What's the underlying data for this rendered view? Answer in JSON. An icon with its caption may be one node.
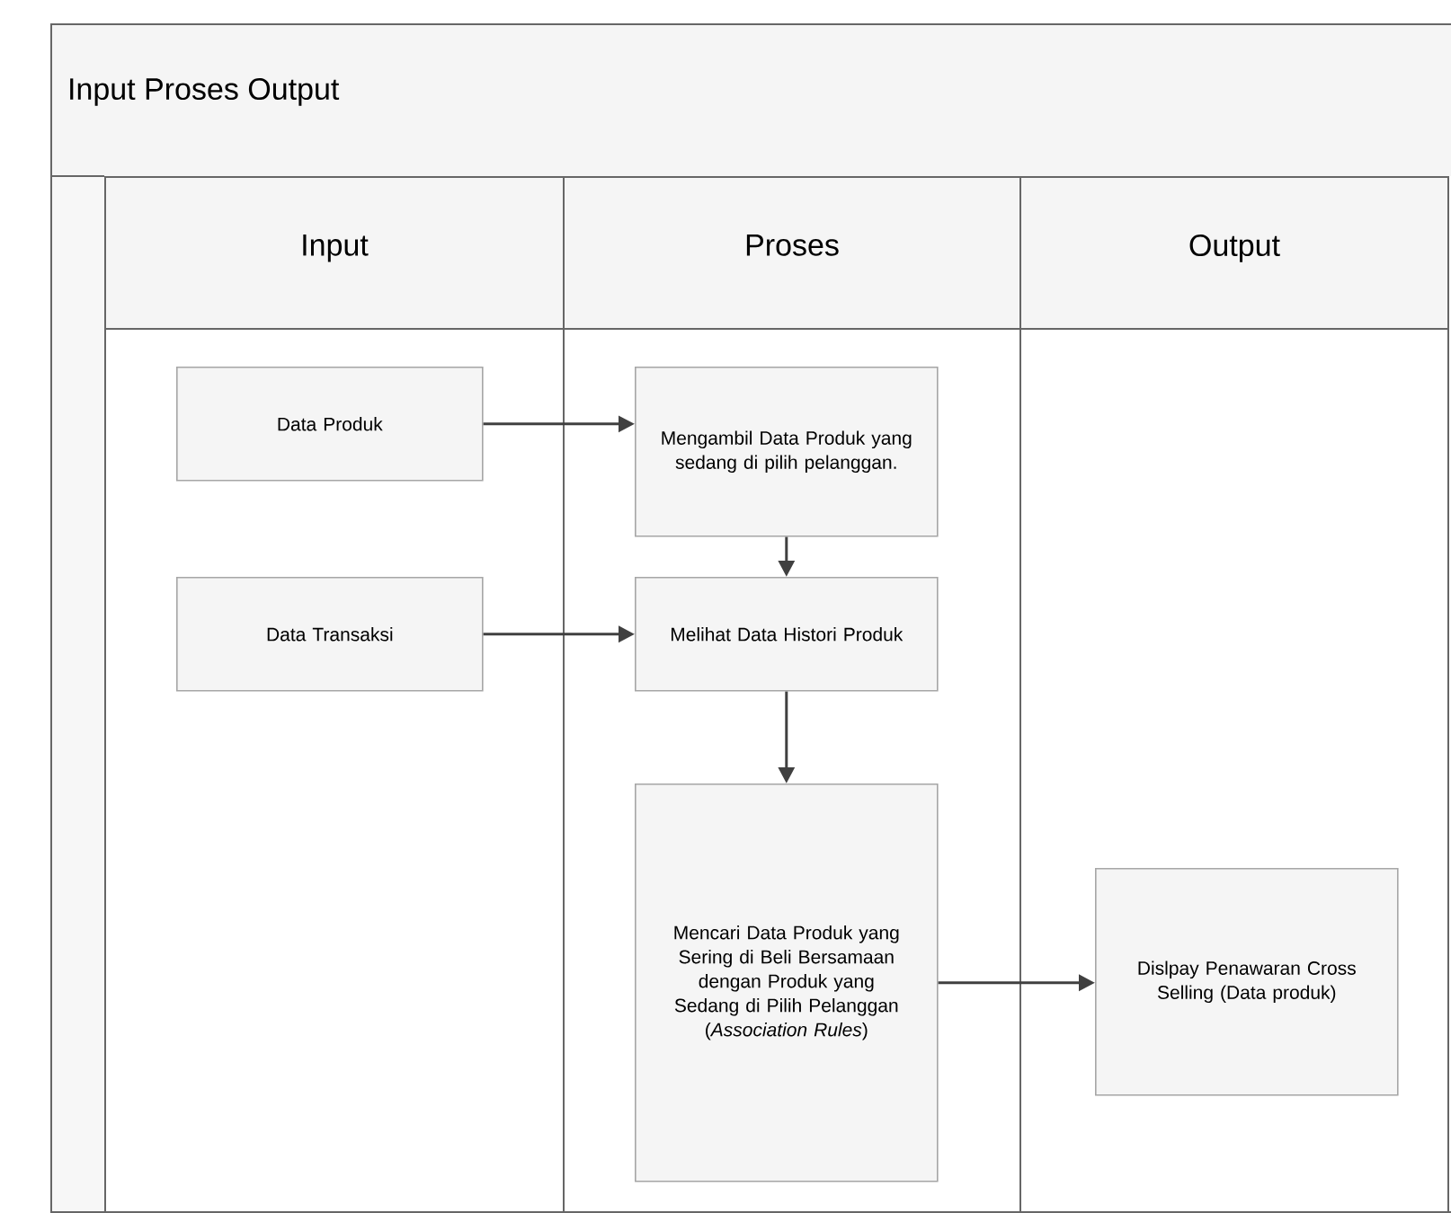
{
  "diagram": {
    "nodes": [
      {
        "text": [
          "Input Proses Output"
        ]
      },
      {
        "text": [
          "Input"
        ],
        "in": 0
      },
      {
        "text": [
          "Proses"
        ],
        "in": 0
      },
      {
        "text": [
          "Output"
        ],
        "in": 0
      },
      {
        "text": [
          "Data Produk"
        ],
        "in": 1
      },
      {
        "text": [
          "Data Transaksi"
        ],
        "in": 1
      },
      {
        "text": [
          "Mengambil Data Produk yang sedang di pilih pelanggan."
        ],
        "in": 2
      },
      {
        "text": [
          "Melihat Data Histori Produk"
        ],
        "in": 2
      },
      {
        "text": [
          "Mencari Data Produk yang Sering di Beli Bersamaan dengan Produk yang Sedang di Pilih Pelanggan (*Association Rules*)"
        ],
        "in": 2
      },
      {
        "text": [
          "Dislpay Penawaran Cross Selling (Data produk)"
        ],
        "in": 3
      }
    ],
    "edges": [
      {
        "from": 4,
        "to": 6,
        "arrow": "to"
      },
      {
        "from": 6,
        "to": 7,
        "arrow": "to"
      },
      {
        "from": 5,
        "to": 7,
        "arrow": "to"
      },
      {
        "from": 7,
        "to": 8,
        "arrow": "to"
      },
      {
        "from": 8,
        "to": 9,
        "arrow": "to"
      }
    ]
  }
}
